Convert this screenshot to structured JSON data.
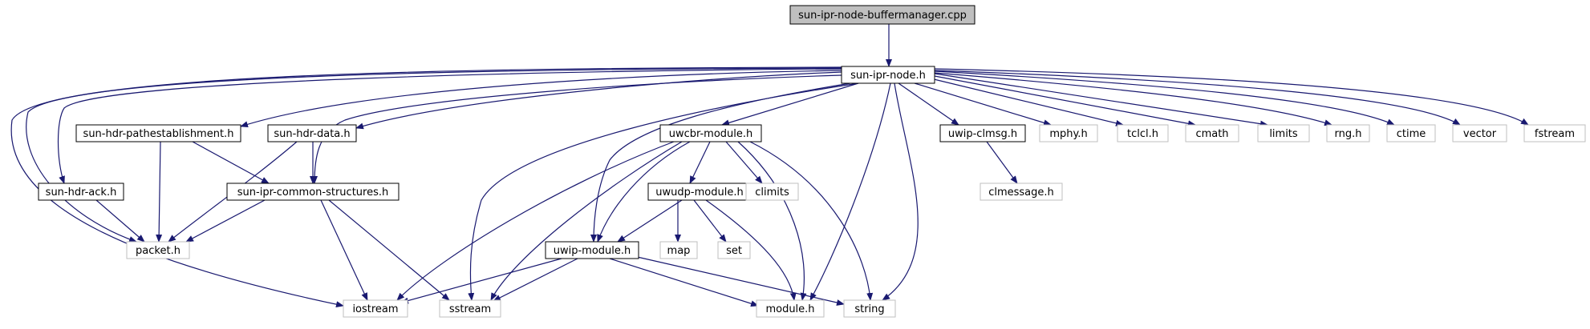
{
  "colors": {
    "edge": "#191970",
    "root_fill": "#bfbfbf",
    "box_border": "#000000",
    "external_border": "#bfbfbf",
    "external_text": "#000000"
  },
  "nodes": [
    {
      "id": "root",
      "label": "sun-ipr-node-buffermanager.cpp",
      "kind": "root"
    },
    {
      "id": "ipr_node",
      "label": "sun-ipr-node.h",
      "kind": "documented"
    },
    {
      "id": "pathest",
      "label": "sun-hdr-pathestablishment.h",
      "kind": "documented"
    },
    {
      "id": "hdr_data",
      "label": "sun-hdr-data.h",
      "kind": "documented"
    },
    {
      "id": "uwcbr",
      "label": "uwcbr-module.h",
      "kind": "documented"
    },
    {
      "id": "uwip_clmsg",
      "label": "uwip-clmsg.h",
      "kind": "documented"
    },
    {
      "id": "mphy",
      "label": "mphy.h",
      "kind": "external"
    },
    {
      "id": "tclcl",
      "label": "tclcl.h",
      "kind": "external"
    },
    {
      "id": "cmath",
      "label": "cmath",
      "kind": "external"
    },
    {
      "id": "limits",
      "label": "limits",
      "kind": "external"
    },
    {
      "id": "rng",
      "label": "rng.h",
      "kind": "external"
    },
    {
      "id": "ctime",
      "label": "ctime",
      "kind": "external"
    },
    {
      "id": "vector",
      "label": "vector",
      "kind": "external"
    },
    {
      "id": "fstream",
      "label": "fstream",
      "kind": "external"
    },
    {
      "id": "hdr_ack",
      "label": "sun-hdr-ack.h",
      "kind": "documented"
    },
    {
      "id": "common",
      "label": "sun-ipr-common-structures.h",
      "kind": "documented"
    },
    {
      "id": "uwudp",
      "label": "uwudp-module.h",
      "kind": "documented"
    },
    {
      "id": "climits",
      "label": "climits",
      "kind": "external"
    },
    {
      "id": "clmessage",
      "label": "clmessage.h",
      "kind": "external"
    },
    {
      "id": "packet",
      "label": "packet.h",
      "kind": "external"
    },
    {
      "id": "map",
      "label": "map",
      "kind": "external"
    },
    {
      "id": "set",
      "label": "set",
      "kind": "external"
    },
    {
      "id": "uwip",
      "label": "uwip-module.h",
      "kind": "documented"
    },
    {
      "id": "iostream",
      "label": "iostream",
      "kind": "external"
    },
    {
      "id": "sstream",
      "label": "sstream",
      "kind": "external"
    },
    {
      "id": "module",
      "label": "module.h",
      "kind": "external"
    },
    {
      "id": "string",
      "label": "string",
      "kind": "external"
    }
  ],
  "edges": [
    {
      "from": "root",
      "to": "ipr_node"
    },
    {
      "from": "ipr_node",
      "to": "pathest"
    },
    {
      "from": "ipr_node",
      "to": "hdr_data"
    },
    {
      "from": "ipr_node",
      "to": "uwcbr"
    },
    {
      "from": "ipr_node",
      "to": "uwip_clmsg"
    },
    {
      "from": "ipr_node",
      "to": "mphy"
    },
    {
      "from": "ipr_node",
      "to": "tclcl"
    },
    {
      "from": "ipr_node",
      "to": "cmath"
    },
    {
      "from": "ipr_node",
      "to": "limits"
    },
    {
      "from": "ipr_node",
      "to": "rng"
    },
    {
      "from": "ipr_node",
      "to": "ctime"
    },
    {
      "from": "ipr_node",
      "to": "vector"
    },
    {
      "from": "ipr_node",
      "to": "fstream"
    },
    {
      "from": "ipr_node",
      "to": "hdr_ack"
    },
    {
      "from": "ipr_node",
      "to": "packet"
    },
    {
      "from": "ipr_node",
      "to": "iostream"
    },
    {
      "from": "ipr_node",
      "to": "common"
    },
    {
      "from": "ipr_node",
      "to": "sstream"
    },
    {
      "from": "ipr_node",
      "to": "uwip"
    },
    {
      "from": "ipr_node",
      "to": "module"
    },
    {
      "from": "ipr_node",
      "to": "string"
    },
    {
      "from": "pathest",
      "to": "common"
    },
    {
      "from": "pathest",
      "to": "packet"
    },
    {
      "from": "hdr_data",
      "to": "common"
    },
    {
      "from": "hdr_data",
      "to": "packet"
    },
    {
      "from": "hdr_ack",
      "to": "packet"
    },
    {
      "from": "common",
      "to": "packet"
    },
    {
      "from": "common",
      "to": "iostream"
    },
    {
      "from": "common",
      "to": "sstream"
    },
    {
      "from": "uwcbr",
      "to": "uwudp"
    },
    {
      "from": "uwcbr",
      "to": "climits"
    },
    {
      "from": "uwcbr",
      "to": "uwip"
    },
    {
      "from": "uwcbr",
      "to": "iostream"
    },
    {
      "from": "uwcbr",
      "to": "sstream"
    },
    {
      "from": "uwcbr",
      "to": "module"
    },
    {
      "from": "uwcbr",
      "to": "string"
    },
    {
      "from": "uwudp",
      "to": "uwip"
    },
    {
      "from": "uwudp",
      "to": "map"
    },
    {
      "from": "uwudp",
      "to": "set"
    },
    {
      "from": "uwudp",
      "to": "module"
    },
    {
      "from": "uwip",
      "to": "iostream"
    },
    {
      "from": "uwip",
      "to": "sstream"
    },
    {
      "from": "uwip",
      "to": "module"
    },
    {
      "from": "uwip",
      "to": "string"
    },
    {
      "from": "uwip_clmsg",
      "to": "clmessage"
    }
  ]
}
